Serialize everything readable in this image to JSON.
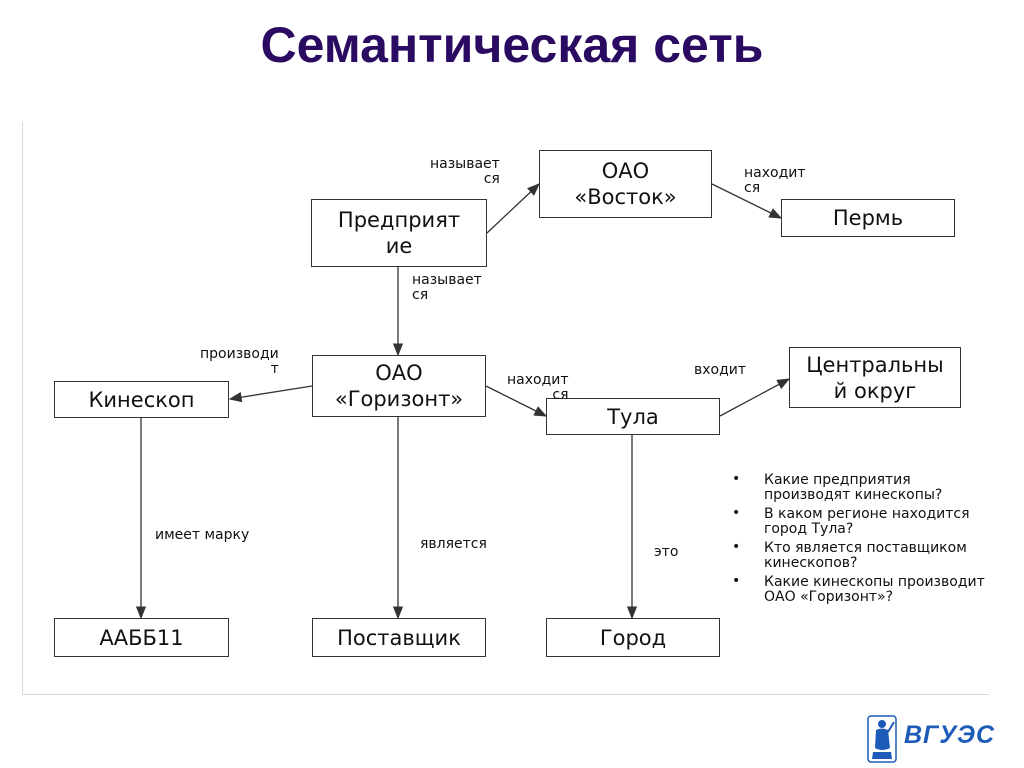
{
  "title": "Семантическая сеть",
  "nodes": {
    "enterprise": "Предприят\nие",
    "vostok": "ОАО\n«Восток»",
    "perm": "Пермь",
    "gorizont": "ОАО\n«Горизонт»",
    "kineskop": "Кинескоп",
    "tula": "Тула",
    "central": "Центральны\nй округ",
    "aabb": "ААББ11",
    "supplier": "Поставщик",
    "city": "Город"
  },
  "edge_labels": {
    "enterprise_vostok": "называет\nся",
    "vostok_perm": "находит\nся",
    "enterprise_gorizont": "называет\nся",
    "gorizont_kineskop": "производи\nт",
    "gorizont_tula": "находит\nся",
    "tula_central": "входит",
    "kineskop_aabb": "имеет марку",
    "gorizont_supplier": "является",
    "tula_city": "это"
  },
  "questions": [
    "Какие предприятия производят кинескопы?",
    "В каком регионе находится город Тула?",
    "Кто является поставщиком кинескопов?",
    "Какие кинескопы производит ОАО «Горизонт»?"
  ],
  "bullet": "•",
  "logo": {
    "text": "ВГУЭС",
    "icon": "figure-emblem-icon"
  },
  "colors": {
    "title": "#2b0a62",
    "logo": "#1d5bb8",
    "line": "#333333"
  }
}
